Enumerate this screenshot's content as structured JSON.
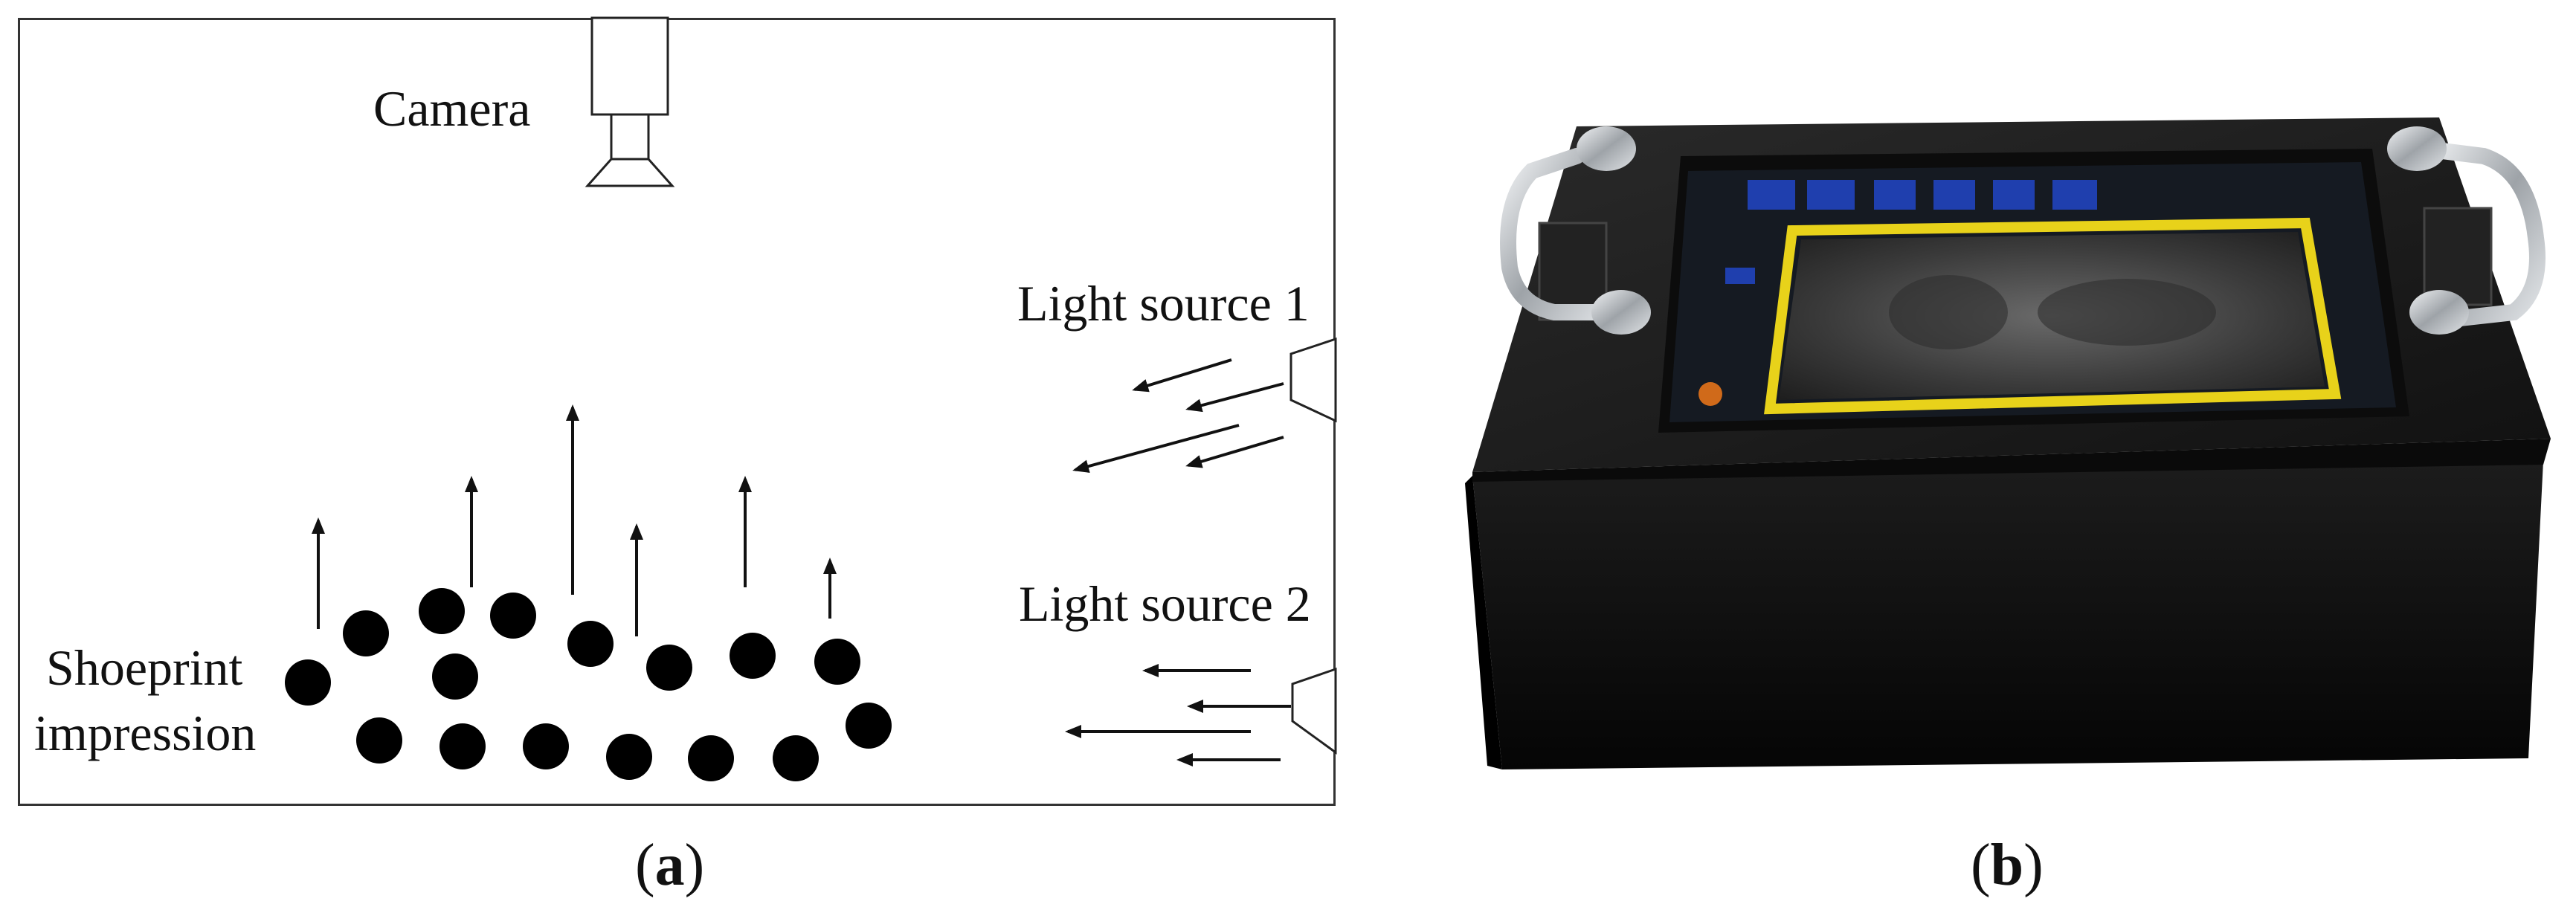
{
  "panel_a": {
    "camera_label": "Camera",
    "light_source_1_label": "Light source 1",
    "light_source_2_label": "Light source 2",
    "shoeprint_label_line1": "Shoeprint",
    "shoeprint_label_line2": "impression",
    "caption_open": "(",
    "caption_letter": "a",
    "caption_close": ")"
  },
  "panel_b": {
    "caption_open": "(",
    "caption_letter": "b",
    "caption_close": ")"
  },
  "colors": {
    "frame": "#333333",
    "ink": "#111111",
    "device_body": "#0d0d0d",
    "device_lid": "#1a1a1a",
    "screen_frame": "#e8d21a",
    "screen_buttons": "#1f3fae",
    "handle": "#c9ccd0"
  }
}
